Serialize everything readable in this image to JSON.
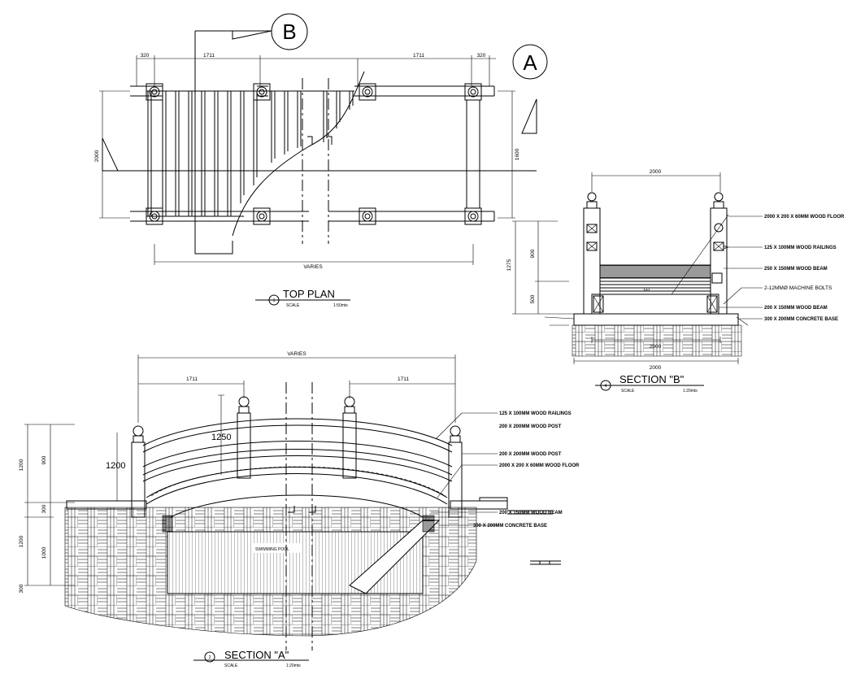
{
  "markers": {
    "b": "B",
    "a": "A"
  },
  "top_plan": {
    "dims": {
      "d320a": "320",
      "d1711a": "1711",
      "d1711b": "1711",
      "d320b": "320",
      "left": "2000",
      "right": "1600",
      "bottom": "VARIES"
    },
    "title": "TOP PLAN",
    "num": "1",
    "scale_label": "SCALE",
    "scale_value": "1:50mts"
  },
  "section_b": {
    "dims": {
      "top": "2000",
      "v1": "1275",
      "v2": "900",
      "v3": "500",
      "b1": "2000",
      "b2": "2000"
    },
    "notes": {
      "n1": "2000 X 200 X 60MM WOOD FLOOR",
      "n2": "125 X 100MM WOOD RAILINGS",
      "n3": "250 X 150MM WOOD BEAM",
      "n4": "2-12MMØ MACHINE BOLTS",
      "n5": "200 X 150MM WOOD BEAM",
      "n6": "300 X 200MM CONCRETE BASE"
    },
    "ffl": "FFL",
    "title": "SECTION \"B\"",
    "num": "4",
    "scale_label": "SCALE",
    "scale_value": "1:20mts"
  },
  "section_a": {
    "dims": {
      "varies": "VARIES",
      "d1711a": "1711",
      "d1711b": "1711",
      "h1250": "1250",
      "h1200": "1200",
      "l1": "1200",
      "l2": "900",
      "l3": "300",
      "l4": "1200",
      "l5": "1000",
      "l6": "300"
    },
    "notes": {
      "n1": "125 X 100MM WOOD RAILINGS",
      "n2": "200 X 200MM WOOD POST",
      "n3": "200 X 200MM WOOD POST",
      "n4": "2000 X 200 X 60MM WOOD FLOOR",
      "n5": "200 X 150MM WOOD BEAM",
      "n6": "300 X 200MM CONCRETE BASE"
    },
    "pool": "SWIMMING POOL",
    "title": "SECTION \"A\"",
    "num": "2",
    "scale_label": "SCALE",
    "scale_value": "1:20mts"
  }
}
